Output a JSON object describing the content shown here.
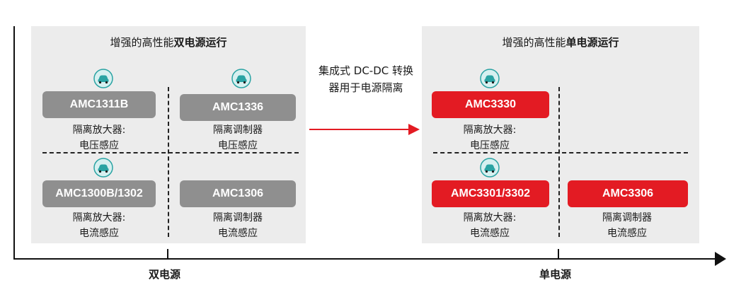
{
  "left_panel": {
    "title_prefix": "增强的高性能",
    "title_bold": "双电源运行",
    "cells": [
      {
        "chip": "AMC1311B",
        "line1": "隔离放大器:",
        "line2": "电压感应"
      },
      {
        "chip": "AMC1336",
        "line1": "隔离调制器",
        "line2": "电压感应"
      },
      {
        "chip": "AMC1300B/1302",
        "line1": "隔离放大器:",
        "line2": "电流感应"
      },
      {
        "chip": "AMC1306",
        "line1": "隔离调制器",
        "line2": "电流感应"
      }
    ]
  },
  "right_panel": {
    "title_prefix": "增强的高性能",
    "title_bold": "单电源运行",
    "cells": [
      {
        "chip": "AMC3330",
        "line1": "隔离放大器:",
        "line2": "电压感应"
      },
      {
        "chip": "AMC3301/3302",
        "line1": "隔离放大器:",
        "line2": "电流感应"
      },
      {
        "chip": "AMC3306",
        "line1": "隔离调制器",
        "line2": "电流感应"
      }
    ]
  },
  "arrow_note": {
    "line1": "集成式 DC-DC 转换",
    "line2": "器用于电源隔离"
  },
  "axis": {
    "left_label": "双电源",
    "right_label": "单电源"
  },
  "colors": {
    "accent_red": "#e31b23",
    "chip_gray": "#8f8f8f",
    "panel_bg": "#ececec",
    "icon_teal": "#2aa3a3"
  },
  "icons": {
    "automotive": "car-icon"
  }
}
